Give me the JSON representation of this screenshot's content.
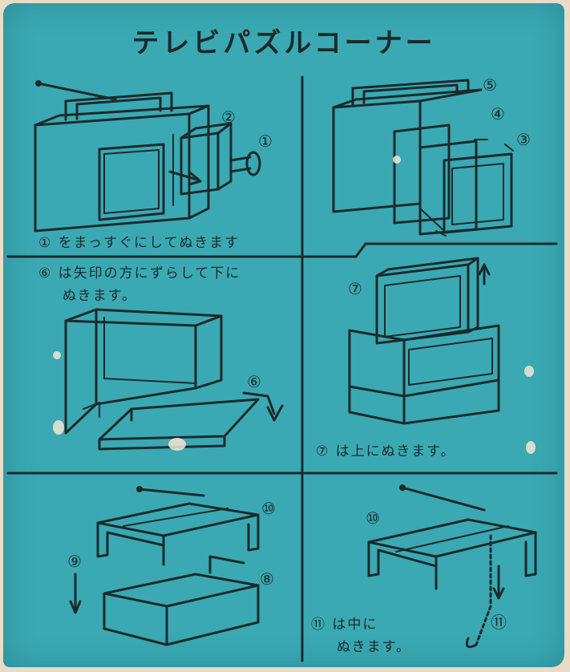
{
  "title": "テレビパズルコーナー",
  "steps": {
    "step1": {
      "caption": "① をまっすぐにしてぬきます"
    },
    "step6": {
      "caption_line1": "⑥ は矢印の方にずらして下に",
      "caption_line2": "ぬきます。"
    },
    "step7": {
      "caption": "⑦ は上にぬきます。"
    },
    "step11": {
      "caption_line1": "⑪ は中に",
      "caption_line2": "ぬきます。"
    }
  },
  "labels": {
    "n1": "①",
    "n2": "②",
    "n3": "③",
    "n4": "④",
    "n5": "⑤",
    "n6": "⑥",
    "n7": "⑦",
    "n8": "⑧",
    "n9": "⑨",
    "n10a": "⑩",
    "n10b": "⑩",
    "n11": "⑪"
  },
  "colors": {
    "card": "#3aa9b3",
    "ink": "#1c2a2c",
    "paper": "#e9dcc6"
  }
}
